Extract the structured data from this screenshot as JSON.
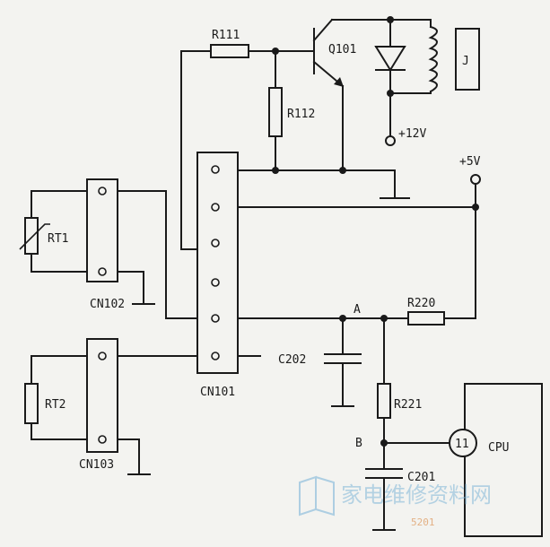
{
  "labels": {
    "r111": "R111",
    "q101": "Q101",
    "r112": "R112",
    "relay": "J",
    "v12": "+12V",
    "v5": "+5V",
    "rt1": "RT1",
    "rt2": "RT2",
    "cn102": "CN102",
    "cn103": "CN103",
    "cn101": "CN101",
    "c202": "C202",
    "r220": "R220",
    "node_a": "A",
    "r221": "R221",
    "node_b": "B",
    "pin": "11",
    "cpu": "CPU",
    "c201": "C201"
  },
  "watermark": {
    "text": "家电维修资料网",
    "url": "5201"
  },
  "colors": {
    "ink": "#1a1a1a",
    "paper": "#f3f3f0",
    "watermark": "#7fb6d8"
  }
}
